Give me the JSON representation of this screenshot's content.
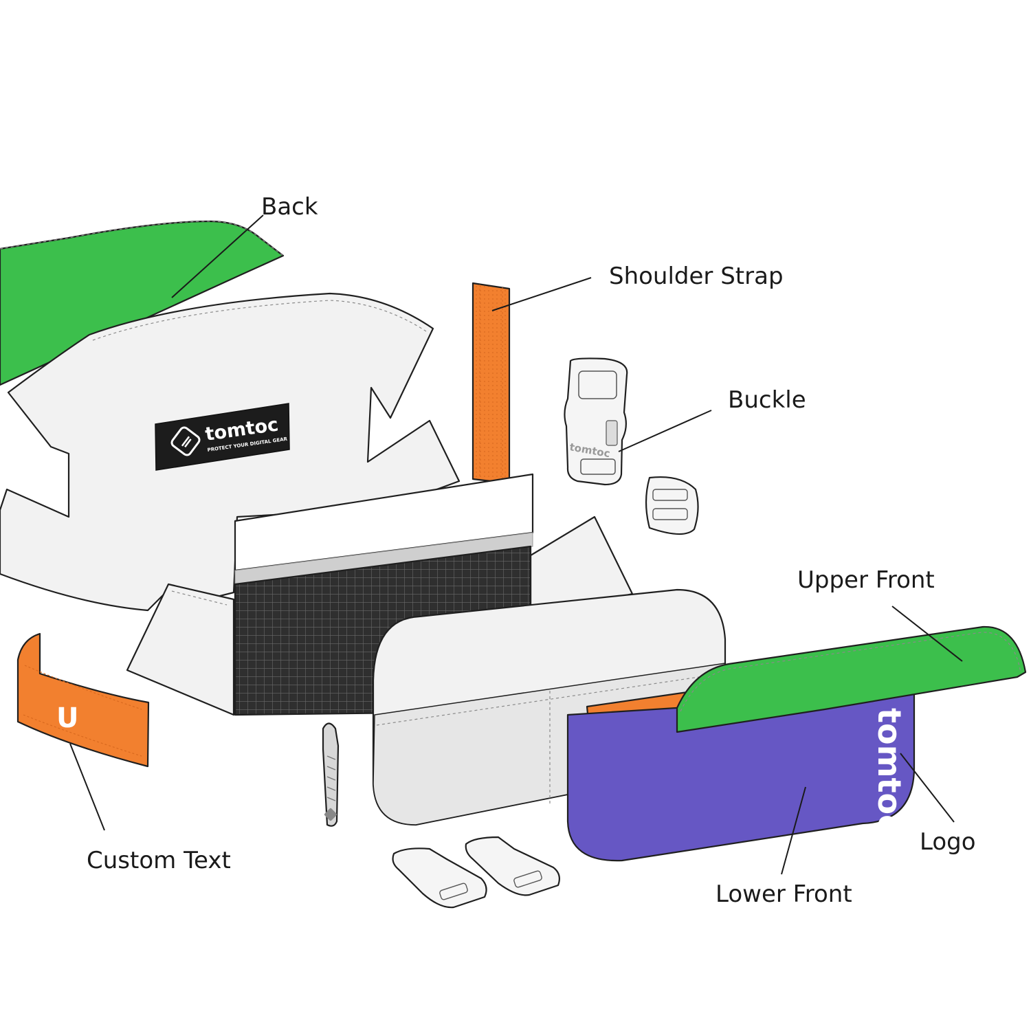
{
  "labels": {
    "back": "Back",
    "shoulder_strap": "Shoulder Strap",
    "buckle": "Buckle",
    "upper_front": "Upper Front",
    "custom_text": "Custom Text",
    "logo": "Logo",
    "lower_front": "Lower Front"
  },
  "brand": {
    "name": "tomtoc",
    "tagline": "PROTECT YOUR DIGITAL GEAR",
    "buckle_emboss": "tomtoc",
    "custom_initial": "U"
  },
  "colors": {
    "back_panel": "#3cbf4c",
    "upper_front": "#3cbf4c",
    "lower_front": "#6657c4",
    "strap": "#f2802f",
    "custom_text_tag": "#f2802f",
    "zipper_tape": "#f2802f",
    "body_panel": "#f2f2f2",
    "mesh": "#3a3a3a",
    "badge": "#1c1c1c"
  }
}
